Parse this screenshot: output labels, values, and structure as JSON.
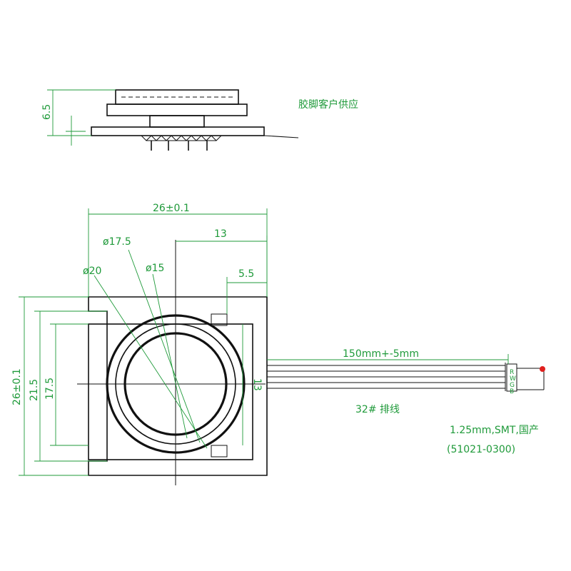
{
  "side_view": {
    "height_dim": "6.5",
    "note": "胶脚客户供应"
  },
  "front_view": {
    "width_dim": "26±0.1",
    "height_dim": "26±0.1",
    "dia_outer": "ø20",
    "dia_middle": "ø17.5",
    "dia_inner": "ø15",
    "offset_13_top": "13",
    "offset_5_5": "5.5",
    "dim_21_5": "21.5",
    "dim_17_5": "17.5",
    "dim_13_right": "13"
  },
  "cable": {
    "length_label": "150mm+-5mm",
    "type_label": "32#  排线",
    "pins": [
      "R",
      "W",
      "G",
      "B"
    ],
    "connector_label": "1.25mm,SMT,国产",
    "part_number": "(51021-0300)"
  },
  "colors": {
    "dimension": "#1f9a3a",
    "outline": "#111111",
    "marker": "#e0201e"
  }
}
